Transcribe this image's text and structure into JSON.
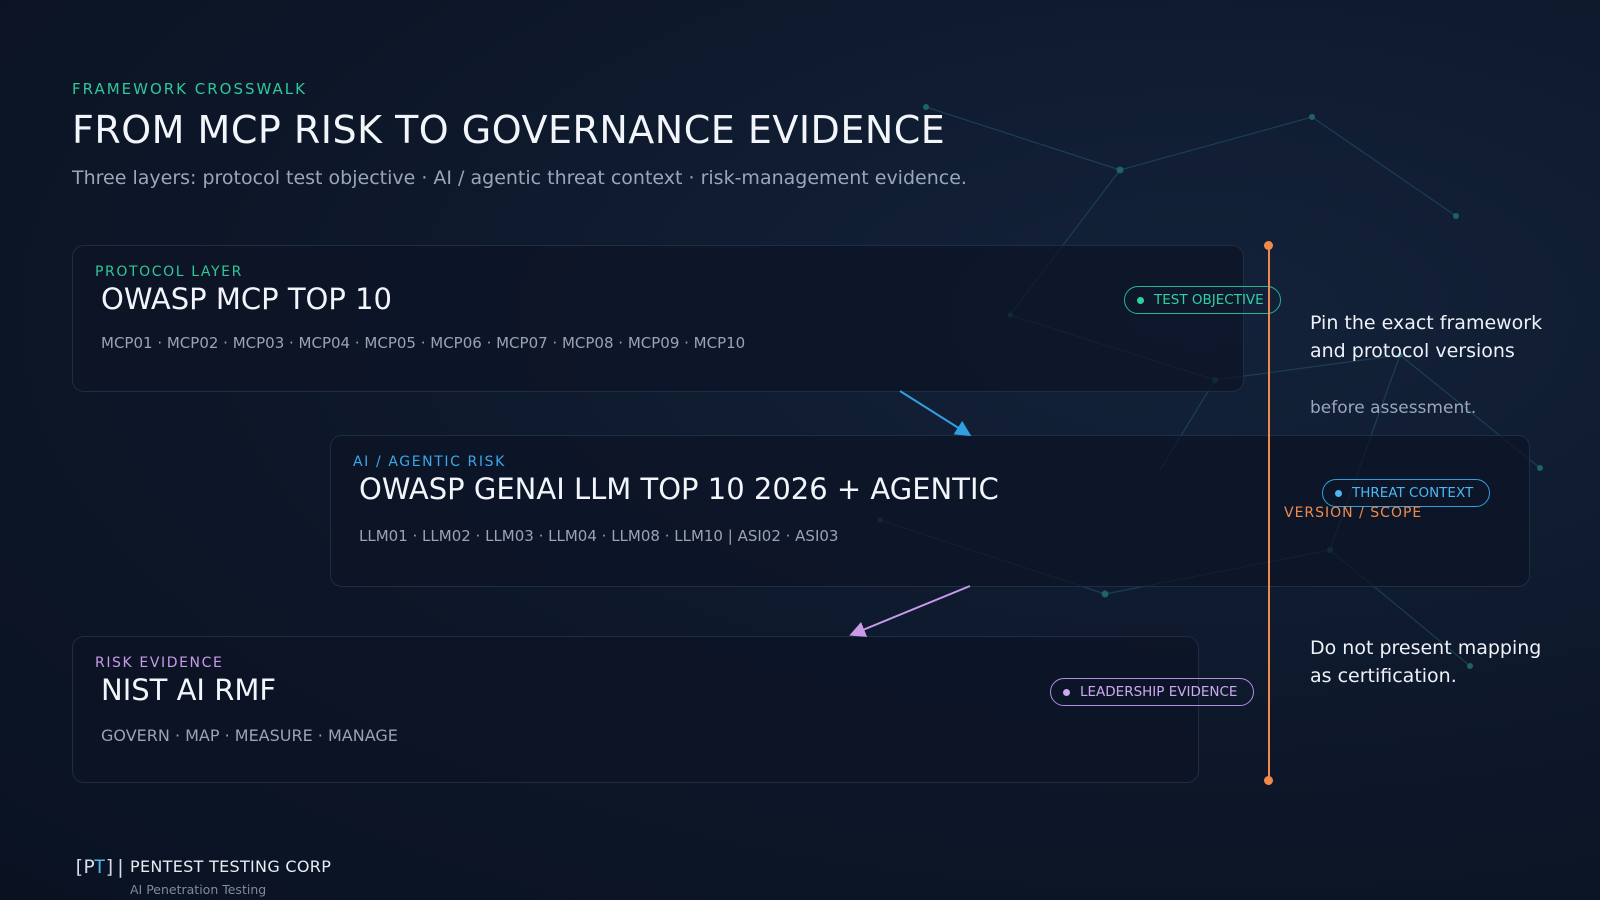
{
  "header": {
    "eyebrow": "FRAMEWORK CROSSWALK",
    "title": "FROM MCP RISK TO GOVERNANCE EVIDENCE",
    "subtitle": "Three layers: protocol test objective · AI / agentic threat context · risk-management evidence."
  },
  "layers": [
    {
      "kicker": "PROTOCOL LAYER",
      "name": "OWASP MCP TOP 10",
      "items": "MCP01 · MCP02 · MCP03 · MCP04 · MCP05 · MCP06 · MCP07 · MCP08 · MCP09 · MCP10",
      "badge": "TEST OBJECTIVE",
      "color": "#2fc79a"
    },
    {
      "kicker": "AI / AGENTIC RISK",
      "name": "OWASP GENAI LLM TOP 10 2026 + AGENTIC",
      "items": "LLM01 · LLM02 · LLM03 · LLM04 · LLM08 · LLM10 | ASI02 · ASI03",
      "badge": "THREAT CONTEXT",
      "color": "#3aa8e8"
    },
    {
      "kicker": "RISK EVIDENCE",
      "name": "NIST AI RMF",
      "items": "GOVERN · MAP · MEASURE · MANAGE",
      "badge": "LEADERSHIP EVIDENCE",
      "color": "#c79be8"
    }
  ],
  "side": {
    "axis_label": "VERSION / SCOPE",
    "note_top_1": "Pin the exact framework",
    "note_top_2": "and protocol versions",
    "note_top_3": "before assessment.",
    "note_bottom_1": "Do not present mapping",
    "note_bottom_2": "as certification."
  },
  "footer": {
    "logo_open": "[P",
    "logo_t": "T",
    "logo_close": "]|",
    "company": "PENTEST TESTING CORP",
    "tagline": "AI Penetration Testing"
  }
}
